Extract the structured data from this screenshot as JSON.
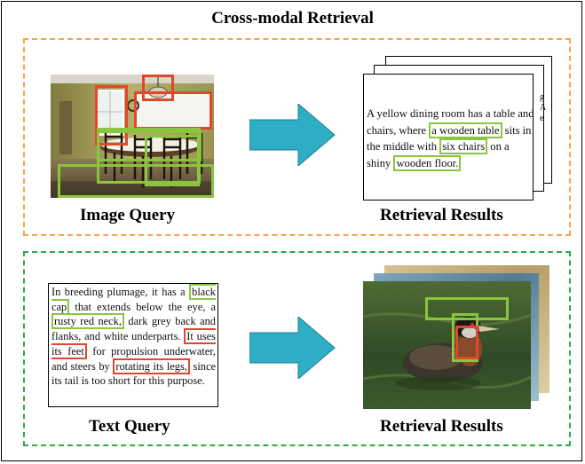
{
  "title": "Cross-modal Retrieval",
  "top_panel": {
    "query_caption": "Image Query",
    "result_caption": "Retrieval Results",
    "result_text_parts": [
      {
        "text": "A yellow dining room has a table and chairs, where ",
        "hl": ""
      },
      {
        "text": "a wooden table",
        "hl": "green"
      },
      {
        "text": " sits in the middle with ",
        "hl": ""
      },
      {
        "text": "six chairs",
        "hl": "green"
      },
      {
        "text": " on a shiny ",
        "hl": ""
      },
      {
        "text": "wooden floor.",
        "hl": "green"
      }
    ],
    "stack_edge_letters": [
      "g",
      "A",
      "e"
    ]
  },
  "bottom_panel": {
    "query_caption": "Text Query",
    "result_caption": "Retrieval Results",
    "query_text_parts": [
      {
        "text": "In breeding plumage, it has a ",
        "hl": ""
      },
      {
        "text": "black cap",
        "hl": "green"
      },
      {
        "text": " that extends below the eye, a ",
        "hl": ""
      },
      {
        "text": "rusty red neck,",
        "hl": "green"
      },
      {
        "text": " dark grey back and flanks, and white underparts. ",
        "hl": ""
      },
      {
        "text": "It uses its feet",
        "hl": "red"
      },
      {
        "text": " for propulsion underwater, and steers by ",
        "hl": ""
      },
      {
        "text": "rotating its legs,",
        "hl": "red"
      },
      {
        "text": " since its tail is too short for this purpose.",
        "hl": ""
      }
    ]
  },
  "colors": {
    "orange_dash": "#f5a54a",
    "green_dash": "#2ea84a",
    "arrow_fill": "#2eaec4",
    "box_red": "#e0472e",
    "box_green": "#8bc53f"
  }
}
